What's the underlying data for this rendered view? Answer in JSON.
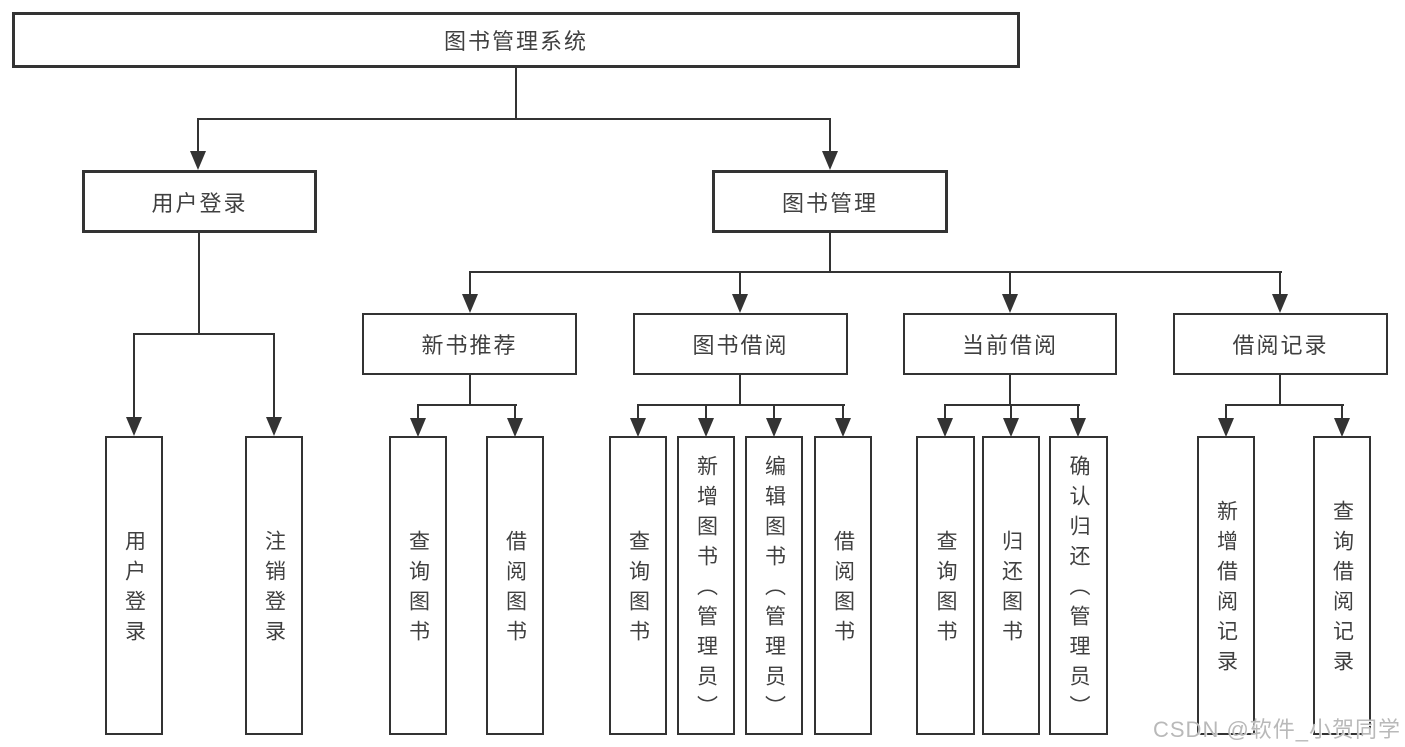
{
  "diagram": {
    "root": {
      "label": "图书管理系统"
    },
    "level2": [
      {
        "label": "用户登录"
      },
      {
        "label": "图书管理"
      }
    ],
    "level3": [
      {
        "label": "新书推荐"
      },
      {
        "label": "图书借阅"
      },
      {
        "label": "当前借阅"
      },
      {
        "label": "借阅记录"
      }
    ],
    "leaves": {
      "user_login": [
        {
          "label": "用户登录"
        },
        {
          "label": "注销登录"
        }
      ],
      "new_book_recommend": [
        {
          "label": "查询图书"
        },
        {
          "label": "借阅图书"
        }
      ],
      "book_borrow": [
        {
          "label": "查询图书"
        },
        {
          "label": "新增图书（管理员）"
        },
        {
          "label": "编辑图书（管理员）"
        },
        {
          "label": "借阅图书"
        }
      ],
      "current_borrow": [
        {
          "label": "查询图书"
        },
        {
          "label": "归还图书"
        },
        {
          "label": "确认归还（管理员）"
        }
      ],
      "borrow_records": [
        {
          "label": "新增借阅记录"
        },
        {
          "label": "查询借阅记录"
        }
      ]
    },
    "colors": {
      "line": "#333333",
      "text": "#404040",
      "watermark": "#b9b9b9",
      "background": "#ffffff"
    },
    "watermark": "CSDN @软件_小贺同学"
  }
}
